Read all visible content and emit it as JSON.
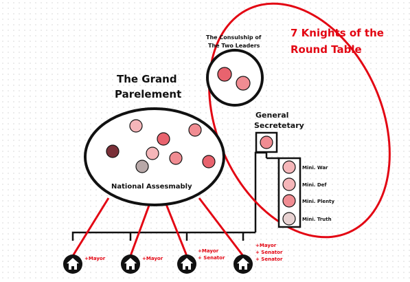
{
  "title": "7 Knights of the Round Table",
  "colors": {
    "red": "#e30613",
    "black": "#111111",
    "pink_dark": "#e8636e",
    "pink_mid": "#f08c92",
    "pink_light": "#f5b6b9",
    "maroon": "#7a3038",
    "grey": "#b8a8a8"
  },
  "consulship": {
    "label_line1": "The Consulship of",
    "label_line2": "The Two Leaders"
  },
  "secretary": {
    "label_line1": "General",
    "label_line2": "Secretetary"
  },
  "parliament": {
    "title_line1": "The Grand",
    "title_line2": "Parelement",
    "assembly_label": "National Assesmably"
  },
  "ministries": [
    "Mini. War",
    "Mini. Def",
    "Mini. Plenty",
    "Mini. Truth"
  ],
  "houses": [
    {
      "icon": "house-icon",
      "roles": [
        "+Mayor"
      ]
    },
    {
      "icon": "house-icon",
      "roles": [
        "+Mayor"
      ]
    },
    {
      "icon": "house-icon",
      "roles": [
        "+Mayor",
        "+ Senator"
      ]
    },
    {
      "icon": "house-icon",
      "roles": [
        "+Mayor",
        "+ Senator",
        "+ Senator"
      ]
    }
  ]
}
